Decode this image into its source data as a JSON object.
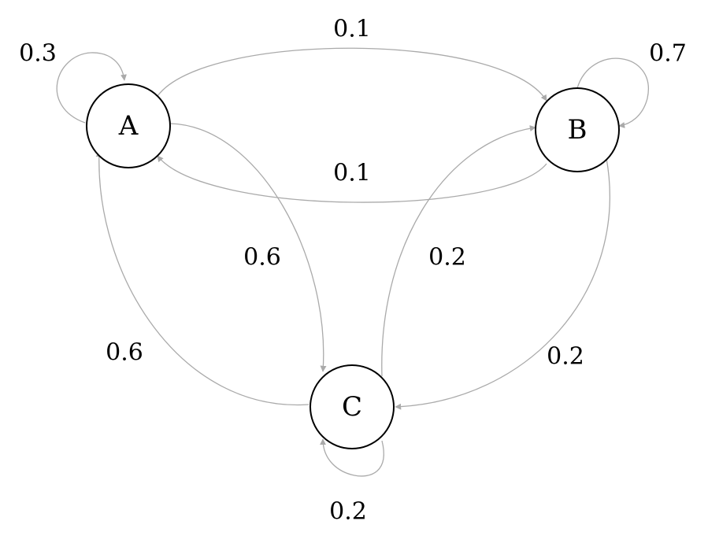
{
  "colors": {
    "edge": "#aaaaaa",
    "node_stroke": "#000000",
    "background": "#ffffff"
  },
  "nodes": {
    "a": "A",
    "b": "B",
    "c": "C"
  },
  "edges": {
    "a_to_a": "0.3",
    "a_to_b": "0.1",
    "b_to_a": "0.1",
    "b_to_b": "0.7",
    "a_to_c": "0.6",
    "c_to_a": "0.6",
    "c_to_b": "0.2",
    "b_to_c": "0.2",
    "c_to_c": "0.2"
  }
}
